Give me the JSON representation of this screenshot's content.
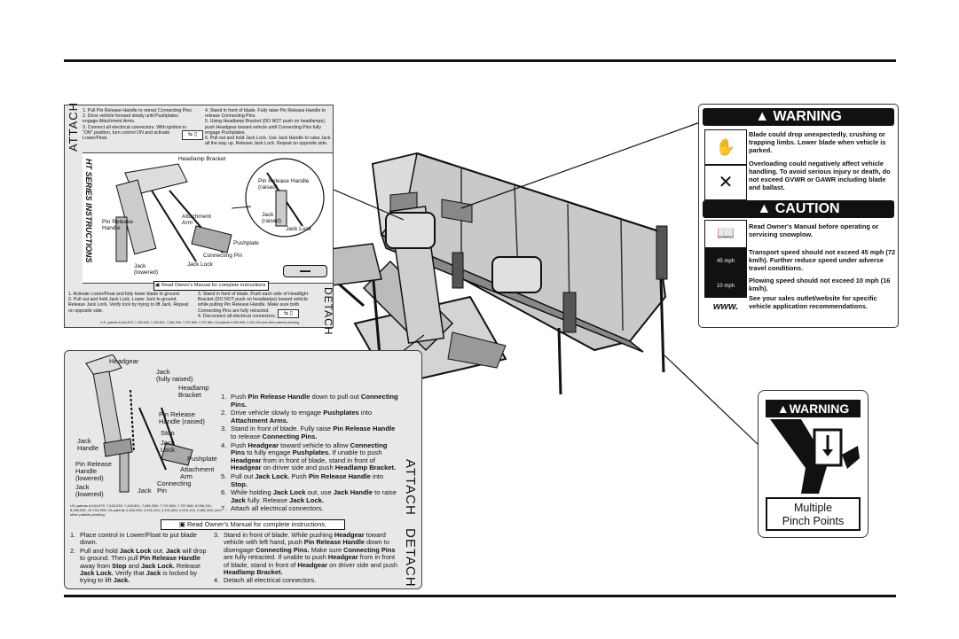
{
  "top_decal": {
    "attach_side": "ATTACH",
    "detach_side": "DETACH",
    "attach_steps_left": [
      "1. Pull Pin Release Handle to retract Connecting Pins.",
      "2. Drive vehicle forward slowly until Pushplates engage Attachment Arms.",
      "3. Connect all electrical connectors. With ignition in \"ON\" position, turn control ON and activate Lower/Float."
    ],
    "attach_steps_right": [
      "4. Stand in front of blade. Fully raise Pin Release Handle to release Connecting Pins.",
      "5. Using Headlamp Bracket (DO NOT push on headlamps), push Headgear toward vehicle until Connecting Pins fully engage Pushplates.",
      "6. Pull out and hold Jack Lock. Use Jack Handle to raise Jack all the way up. Release Jack Lock. Repeat on opposite side."
    ],
    "series_title": "HT SERIES INSTRUCTIONS",
    "labels": [
      "Headlamp Bracket",
      "Pin Release Handle (raised)",
      "Attachment Arm",
      "Pin Release Handle",
      "Jack (raised)",
      "Jack Lock",
      "Pushplate",
      "Connecting Pin",
      "Jack Lock",
      "Jack (lowered)"
    ],
    "manual_note": "Read Owner's Manual for complete instructions.",
    "detach_steps_left": [
      "1. Activate Lower/Float and fully lower blade to ground.",
      "2. Pull out and hold Jack Lock. Lower Jack to ground. Release Jack Lock. Verify lock by trying to lift Jack. Repeat on opposite side."
    ],
    "detach_steps_right": [
      "3. Stand in front of blade. Push each side of Headlight Bracket (DO NOT push on headlamps) toward vehicle while pulling Pin Release Handle. Make sure both Connecting Pins are fully retracted.",
      "4. Disconnect all electrical connectors."
    ],
    "patents": "U.S. patents 6,044,579; 7,430,039; 7,430,821; 7,681,336; 7,797,859; 7,797,860; CA patents 2,350,096; 2,432,104 and other patents pending."
  },
  "bottom_decal": {
    "labels": [
      "Headgear",
      "Jack\n(fully raised)",
      "Headlamp\nBracket",
      "Pin Release\nHandle (raised)",
      "Stop",
      "Jack\nHandle",
      "Jack\nLock",
      "Pushplate",
      "Pin Release\nHandle\n(lowered)",
      "Attachment\nArm",
      "Connecting\nPin",
      "Jack\n(lowered)",
      "Jack"
    ],
    "attach_steps": [
      {
        "n": "1.",
        "html": "Push <b>Pin Release Handle</b> down to pull out <b>Connecting Pins.</b>"
      },
      {
        "n": "2.",
        "html": "Drive vehicle slowly to engage <b>Pushplates</b> into <b>Attachment Arms.</b>"
      },
      {
        "n": "3.",
        "html": "Stand in front of blade. Fully raise <b>Pin Release Handle</b> to release <b>Connecting Pins.</b>"
      },
      {
        "n": "4.",
        "html": "Push <b>Headgear</b> toward vehicle to allow <b>Connecting Pins</b> to fully engage <b>Pushplates.</b> If unable to push <b>Headgear</b> from in front of blade, stand in front of <b>Headgear</b> on driver side and push <b>Headlamp Bracket.</b>"
      },
      {
        "n": "5.",
        "html": "Pull out <b>Jack Lock.</b> Push <b>Pin Release Handle</b> into <b>Stop.</b>"
      },
      {
        "n": "6.",
        "html": "While holding <b>Jack Lock</b> out, use <b>Jack Handle</b> to raise <b>Jack</b> fully. Release <b>Jack Lock.</b>"
      },
      {
        "n": "7.",
        "html": "Attach all electrical connectors."
      }
    ],
    "patents": "US patents 6,044,579; 7,430,039; 7,430,821; 7,681,336; 7,797,859; 7,797,860; 8,096,110; 8,065,981; 10,700,559; CA patents 2,350,096; 2,432,104; 2,431,663; 2,619,102; 2,681,063; and other patents pending.",
    "manual_note": "Read Owner's Manual for complete instructions.",
    "attach_side": "ATTACH",
    "detach_side": "DETACH",
    "detach_steps_left": [
      {
        "n": "1.",
        "html": "Place control in Lower/Float to put blade down."
      },
      {
        "n": "2.",
        "html": "Pull and hold <b>Jack Lock</b> out. <b>Jack</b> will drop to ground. Then pull <b>Pin Release Handle</b> away from <b>Stop</b> and <b>Jack Lock.</b> Release <b>Jack Lock.</b> Verify that <b>Jack</b> is locked by trying to lift <b>Jack.</b>"
      }
    ],
    "detach_steps_right": [
      {
        "n": "3.",
        "html": "Stand in front of blade. While pushing <b>Headgear</b> toward vehicle with left hand, push <b>Pin Release Handle</b> down to disengage <b>Connecting Pins.</b> Make sure <b>Connecting Pins</b> are fully retracted. If unable to push <b>Headgear</b> from in front of blade, stand in front of <b>Headgear</b> on driver side and push <b>Headlamp Bracket.</b>"
      },
      {
        "n": "4.",
        "html": "Detach all electrical connectors."
      }
    ]
  },
  "warning_panel": {
    "warning_title": "WARNING",
    "warning_items": [
      "Blade could drop unexpectedly, crushing or trapping limbs. Lower blade when vehicle is parked.",
      "Overloading could negatively affect vehicle handling. To avoid serious injury or death, do not exceed GVWR or GAWR including blade and ballast."
    ],
    "caution_title": "CAUTION",
    "caution_items": [
      "Read Owner's Manual before operating or servicing snowplow.",
      "Transport speed should not exceed 45 mph (72 km/h). Further reduce speed under adverse travel conditions.",
      "Plowing speed should not exceed 10 mph (16 km/h).",
      "See your sales outlet/website for specific vehicle application recommendations."
    ],
    "speed_45": "45 mph",
    "speed_10": "10 mph",
    "www": "www."
  },
  "pinch_decal": {
    "title": "WARNING",
    "line1": "Multiple",
    "line2": "Pinch Points"
  }
}
